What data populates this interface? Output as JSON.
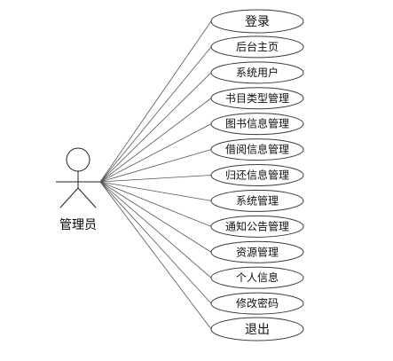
{
  "actor": {
    "label": "管理员"
  },
  "use_cases": [
    {
      "label": "登录"
    },
    {
      "label": "后台主页"
    },
    {
      "label": "系统用户"
    },
    {
      "label": "书目类型管理"
    },
    {
      "label": "图书信息管理"
    },
    {
      "label": "借阅信息管理"
    },
    {
      "label": "归还信息管理"
    },
    {
      "label": "系统管理"
    },
    {
      "label": "通知公告管理"
    },
    {
      "label": "资源管理"
    },
    {
      "label": "个人信息"
    },
    {
      "label": "修改密码"
    },
    {
      "label": "退出"
    }
  ]
}
